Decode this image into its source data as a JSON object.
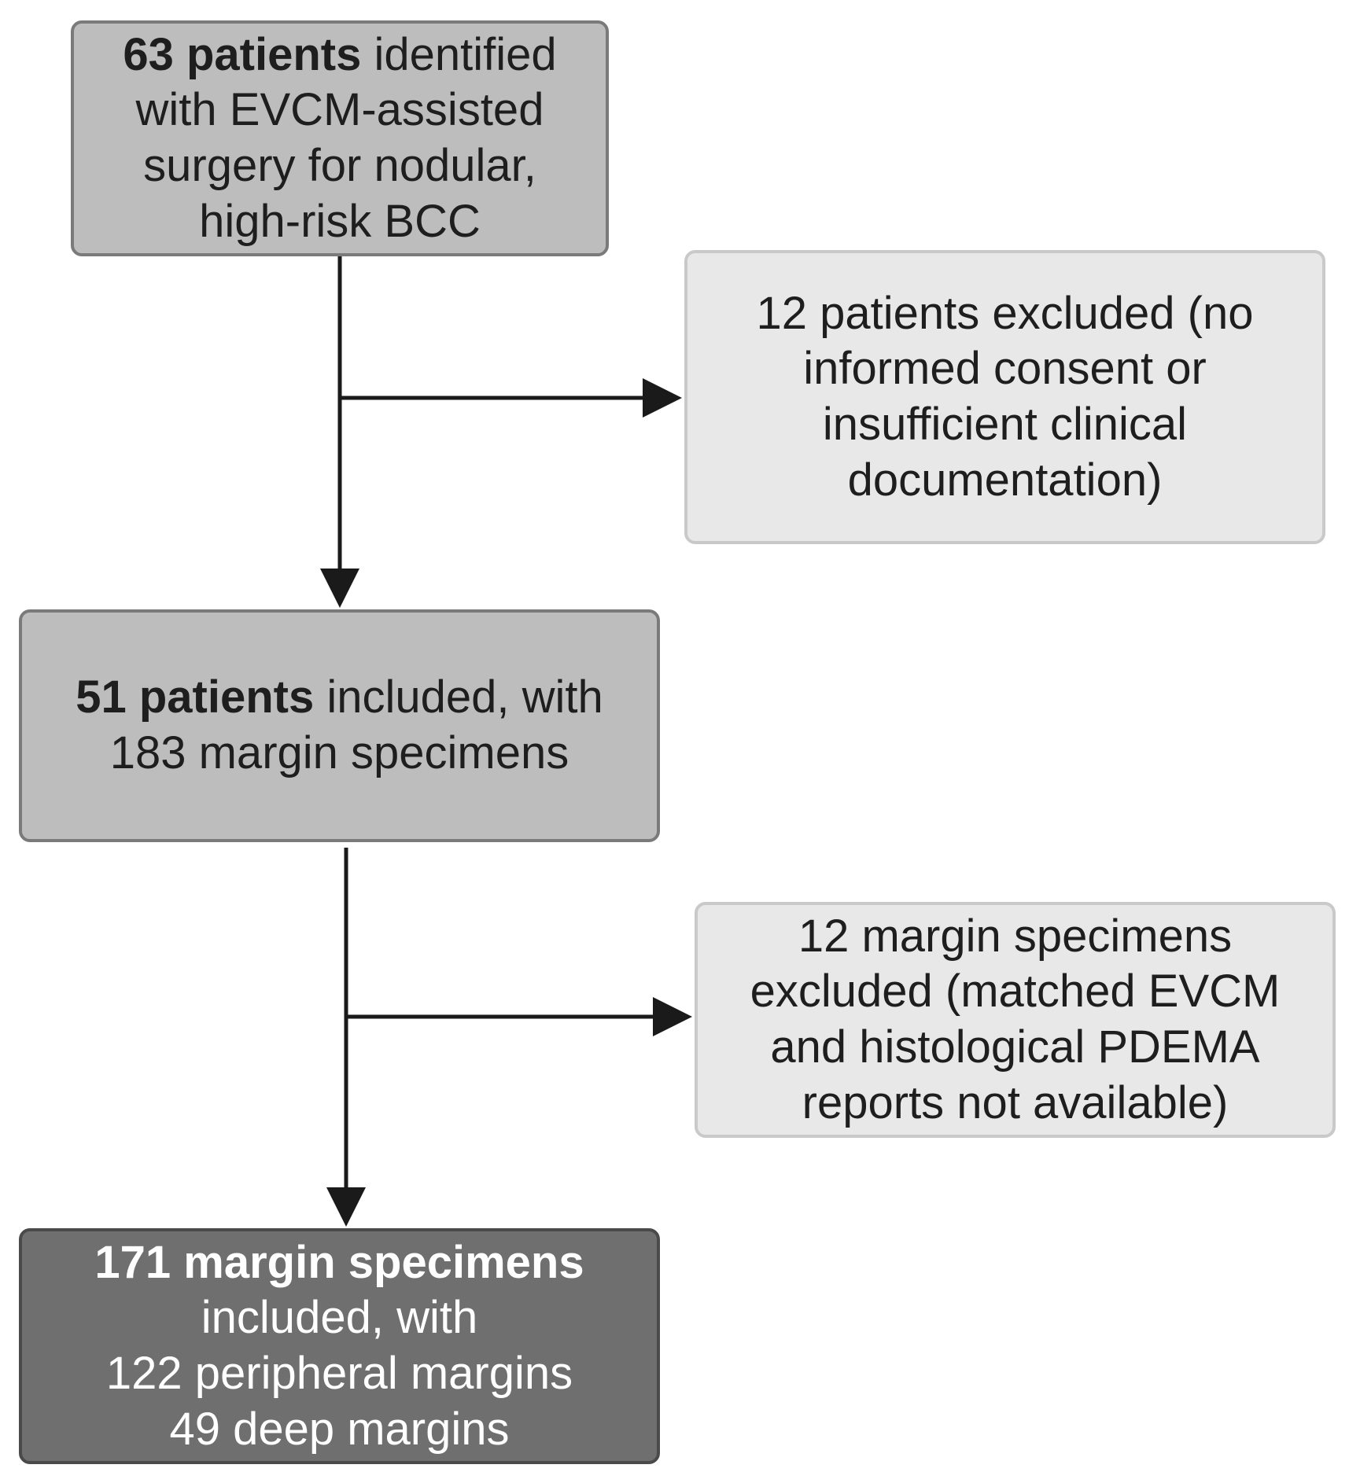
{
  "boxes": {
    "identified": {
      "lines": [
        {
          "bold": "63 patients",
          "rest": " identified"
        },
        {
          "bold": "",
          "rest": "with EVCM-assisted"
        },
        {
          "bold": "",
          "rest": "surgery for nodular,"
        },
        {
          "bold": "",
          "rest": "high-risk BCC"
        }
      ]
    },
    "excluded_patients": {
      "lines": [
        "12 patients excluded (no",
        "informed consent or",
        "insufficient clinical",
        "documentation)"
      ]
    },
    "included_patients": {
      "lines": [
        {
          "bold": "51 patients",
          "rest": " included, with"
        },
        {
          "bold": "",
          "rest": "183 margin specimens"
        }
      ]
    },
    "excluded_specimens": {
      "lines": [
        "12 margin specimens",
        "excluded (matched EVCM",
        "and histological PDEMA",
        "reports not available)"
      ]
    },
    "included_specimens": {
      "lines": [
        {
          "bold": "171 margin specimens",
          "rest": ""
        },
        {
          "bold": "",
          "rest": "included, with"
        },
        {
          "bold": "",
          "rest": "122 peripheral margins"
        },
        {
          "bold": "",
          "rest": "49 deep margins"
        }
      ]
    }
  },
  "colors": {
    "main_fill": "#bdbdbd",
    "side_fill": "#e8e8e8",
    "final_fill": "#6f6f6f",
    "arrow": "#1a1a1a"
  }
}
